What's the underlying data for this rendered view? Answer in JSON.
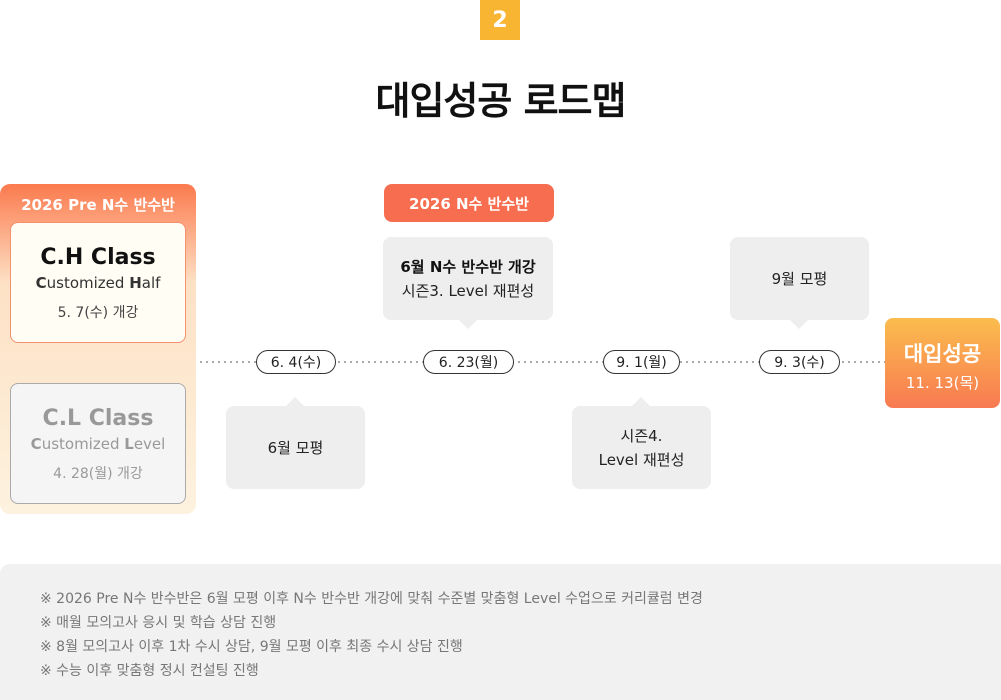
{
  "step_number": "2",
  "title": "대입성공 로드맵",
  "left_panel": {
    "title": "2026 Pre N수 반수반",
    "ch": {
      "name": "C.H Class",
      "sub_c": "C",
      "sub_mid": "ustomized ",
      "sub_h": "H",
      "sub_rest": "alf",
      "date": "5. 7(수) 개강"
    },
    "cl": {
      "name": "C.L Class",
      "sub_c": "C",
      "sub_mid": "ustomized ",
      "sub_l": "L",
      "sub_rest": "evel",
      "date": "4. 28(월) 개강"
    }
  },
  "n_class_tag": "2026 N수 반수반",
  "timeline": [
    {
      "date": "6. 4(수)",
      "note": "6월 모평"
    },
    {
      "date": "6. 23(월)",
      "note_title": "6월 N수 반수반 개강",
      "note": "시즌3. Level 재편성"
    },
    {
      "date": "9. 1(월)",
      "note_line1": "시즌4.",
      "note_line2": "Level 재편성"
    },
    {
      "date": "9. 3(수)",
      "note": "9월 모평"
    }
  ],
  "goal": {
    "title": "대입성공",
    "date": "11. 13(목)"
  },
  "notes": [
    "※ 2026 Pre N수 반수반은 6월 모평 이후 N수 반수반 개강에 맞춰 수준별 맞춤형 Level 수업으로 커리큘럼 변경",
    "※ 매월 모의고사 응시 및 학습 상담 진행",
    "※ 8월 모의고사 이후 1차 수시 상담, 9월 모평 이후 최종 수시 상담 진행",
    "※ 수능 이후 맞춤형 정시 컨설팅 진행"
  ],
  "colors": {
    "accent": "#f66e4f",
    "badge": "#f8b531",
    "bubble": "#eeeeee"
  }
}
